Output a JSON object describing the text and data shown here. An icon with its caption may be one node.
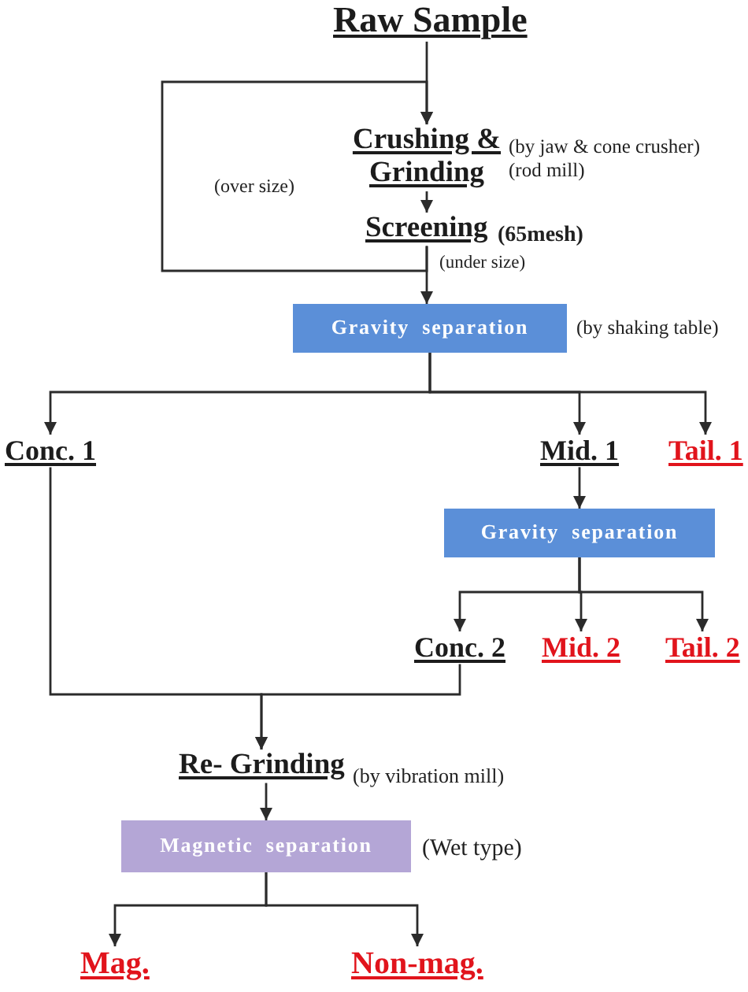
{
  "diagram": {
    "nodes": [
      {
        "text": [
          "Raw Sample"
        ]
      },
      {
        "text": [
          "Crushing & Grinding"
        ],
        "beside": [
          "(by jaw & cone crusher)",
          "(rod mill)"
        ]
      },
      {
        "text": [
          "Screening"
        ],
        "beside": [
          "(65mesh)"
        ]
      },
      {
        "text": [
          "Gravity separation"
        ],
        "beside": [
          "(by shaking table)"
        ]
      },
      {
        "text": [
          "Conc. 1"
        ]
      },
      {
        "text": [
          "Mid. 1"
        ]
      },
      {
        "text": [
          "Tail. 1"
        ]
      },
      {
        "text": [
          "Gravity separation"
        ]
      },
      {
        "text": [
          "Conc. 2"
        ]
      },
      {
        "text": [
          "Mid. 2"
        ]
      },
      {
        "text": [
          "Tail. 2"
        ]
      },
      {
        "text": [
          "Re- Grinding"
        ],
        "beside": [
          "(by vibration mill)"
        ]
      },
      {
        "text": [
          "Magnetic separation"
        ],
        "beside": [
          "(Wet type)"
        ]
      },
      {
        "text": [
          "Mag."
        ]
      },
      {
        "text": [
          "Non-mag."
        ]
      }
    ],
    "edges": [
      {
        "from": 0,
        "to": 1,
        "arrow": "to"
      },
      {
        "from": 1,
        "to": 2,
        "arrow": "to"
      },
      {
        "from": 2,
        "to": 1,
        "arrow": "to",
        "label": "(over size)"
      },
      {
        "from": 2,
        "to": 3,
        "arrow": "to",
        "label": "(under size)"
      },
      {
        "from": 3,
        "to": 4,
        "arrow": "to"
      },
      {
        "from": 3,
        "to": 5,
        "arrow": "to"
      },
      {
        "from": 3,
        "to": 6,
        "arrow": "to"
      },
      {
        "from": 5,
        "to": 7,
        "arrow": "to"
      },
      {
        "from": 7,
        "to": 8,
        "arrow": "to"
      },
      {
        "from": 7,
        "to": 9,
        "arrow": "to"
      },
      {
        "from": 7,
        "to": 10,
        "arrow": "to"
      },
      {
        "from": 4,
        "to": 11,
        "arrow": "to"
      },
      {
        "from": 8,
        "to": 11,
        "arrow": "to"
      },
      {
        "from": 11,
        "to": 12,
        "arrow": "to"
      },
      {
        "from": 12,
        "to": 13,
        "arrow": "to"
      },
      {
        "from": 12,
        "to": 14,
        "arrow": "to"
      }
    ]
  }
}
